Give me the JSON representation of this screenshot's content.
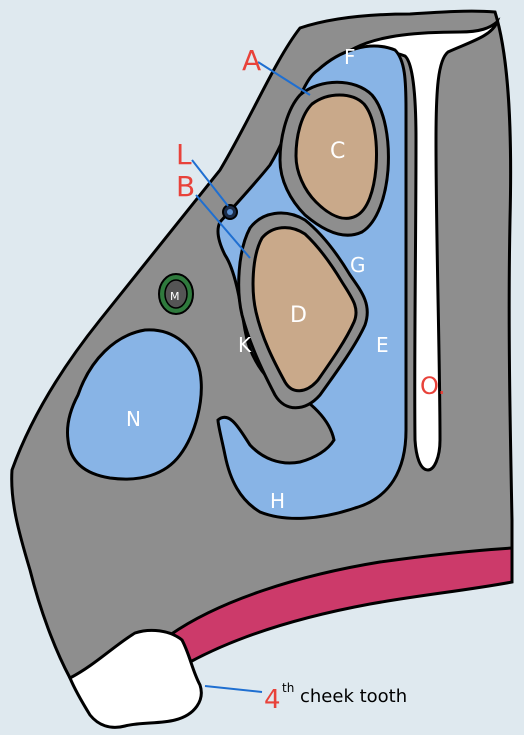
{
  "labels": {
    "A": "A",
    "B": "B",
    "C": "C",
    "D": "D",
    "E": "E",
    "F": "F",
    "G": "G",
    "H": "H",
    "K": "K",
    "L": "L",
    "M": "M",
    "N": "N",
    "O": "O.",
    "tooth_sup": "th",
    "tooth_num": "4",
    "tooth_rest": "cheek tooth"
  },
  "colors": {
    "background": "#dfe9ef",
    "bone": "#8e8e8e",
    "sinus_blue": "#88b4e6",
    "turbinate_tan": "#c9a98a",
    "septum": "#ffffff",
    "gum": "#cc3a6a",
    "label_red": "#e8423a",
    "vessel_ring": "#2f7a3d"
  }
}
